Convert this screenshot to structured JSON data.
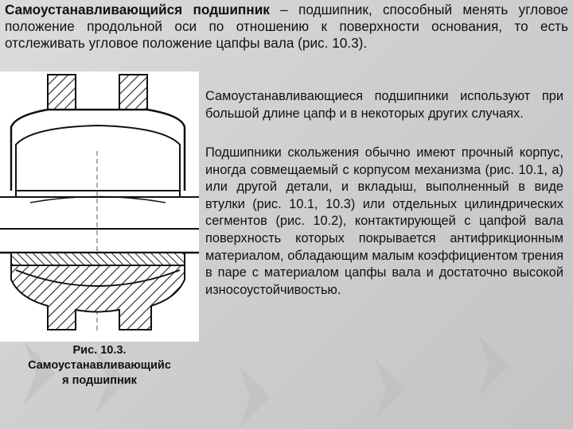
{
  "intro": {
    "term": "Самоустанавливающийся подшипник",
    "text": " – подшипник, способный менять угловое положение продольной оси по отношению к поверхности основания, то есть отслеживать угловое положение цапфы вала (рис. 10.3)."
  },
  "figure": {
    "caption_line1": "Рис. 10.3.",
    "caption_line2": "Самоустанавливающийс",
    "caption_line3": "я подшипник"
  },
  "body": {
    "paragraph1": "Самоустанавливающиеся подшипники используют при большой длине цапф и в некоторых других случаях.",
    "paragraph2": "Подшипники скольжения обычно имеют прочный корпус, иногда совмещаемый с корпусом механизма (рис. 10.1, а) или другой детали, и вкладыш, выполненный в виде втулки (рис. 10.1, 10.3) или отдельных цилиндрических сегментов (рис. 10.2), контактирующей с цапфой вала поверхность которых покрывается антифрикционным материалом, обладающим малым коэффициентом трения в паре с материалом цапфы вала и достаточно высокой износоустойчивостью."
  },
  "colors": {
    "background": "#d0d0d0",
    "text": "#111111",
    "figure_background": "#ffffff",
    "hatch": "#222222"
  },
  "icons": {
    "background_decoration": "arrow-chevron-pattern"
  }
}
